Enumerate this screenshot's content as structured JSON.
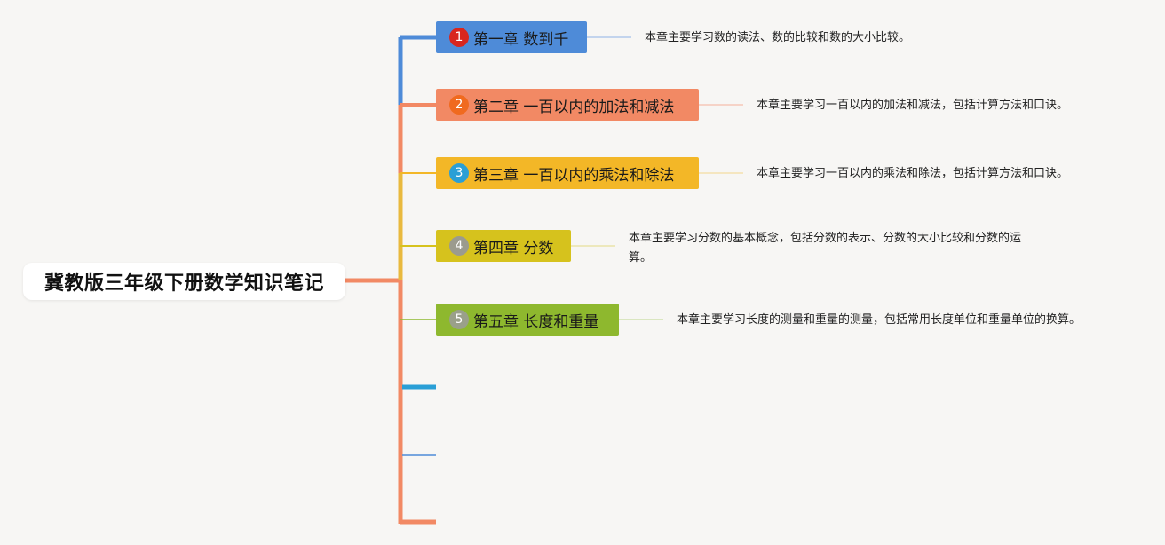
{
  "root": {
    "title": "冀教版三年级下册数学知识笔记"
  },
  "chapters": [
    {
      "number": "1",
      "title": "第一章 数到千",
      "description": "本章主要学习数的读法、数的比较和数的大小比较。",
      "color": "#4e8bd8",
      "badge_color": "#d8261e"
    },
    {
      "number": "2",
      "title": "第二章 一百以内的加法和减法",
      "description": "本章主要学习一百以内的加法和减法，包括计算方法和口诀。",
      "color": "#f28964",
      "badge_color": "#f06a1f"
    },
    {
      "number": "3",
      "title": "第三章 一百以内的乘法和除法",
      "description": "本章主要学习一百以内的乘法和除法，包括计算方法和口诀。",
      "color": "#f3b727",
      "badge_color": "#2a9fd6"
    },
    {
      "number": "4",
      "title": "第四章 分数",
      "description_line1": "本章主要学习分数的基本概念，包括分数的表示、分数的大小比较和分数的运",
      "description_line2": "算。",
      "color": "#d6c21d",
      "badge_color": "#9b9b8e"
    },
    {
      "number": "5",
      "title": "第五章 长度和重量",
      "description": "本章主要学习长度的测量和重量的测量，包括常用长度单位和重量单位的换算。",
      "color": "#8eb82e",
      "badge_color": "#9aa08a"
    }
  ],
  "colors": {
    "background": "#f7f6f4",
    "trunk": "#f28964",
    "blue": "#4e8bd8",
    "cyan": "#2a9fd6"
  }
}
